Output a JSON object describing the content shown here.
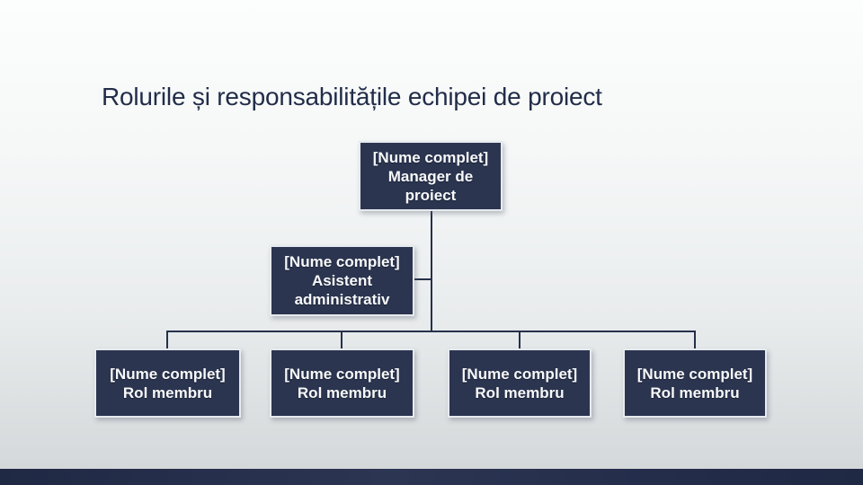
{
  "slide": {
    "title": "Rolurile și responsabilitățile echipei de proiect"
  },
  "org_chart": {
    "manager": {
      "name": "[Nume complet]",
      "role": "Manager de proiect"
    },
    "assistant": {
      "name": "[Nume complet]",
      "role": "Asistent administrativ"
    },
    "members": [
      {
        "name": "[Nume complet]",
        "role": "Rol membru"
      },
      {
        "name": "[Nume complet]",
        "role": "Rol membru"
      },
      {
        "name": "[Nume complet]",
        "role": "Rol membru"
      },
      {
        "name": "[Nume complet]",
        "role": "Rol membru"
      }
    ]
  },
  "colors": {
    "bg_top": "#fcfdfd",
    "bg_bottom": "#d2d6d8",
    "title_text": "#222d49",
    "box_fill": "#2b3550",
    "box_border": "#e7eaee",
    "box_text": "#f8f9fa",
    "connector": "#26304b",
    "footer_bar": "#242e4b"
  }
}
